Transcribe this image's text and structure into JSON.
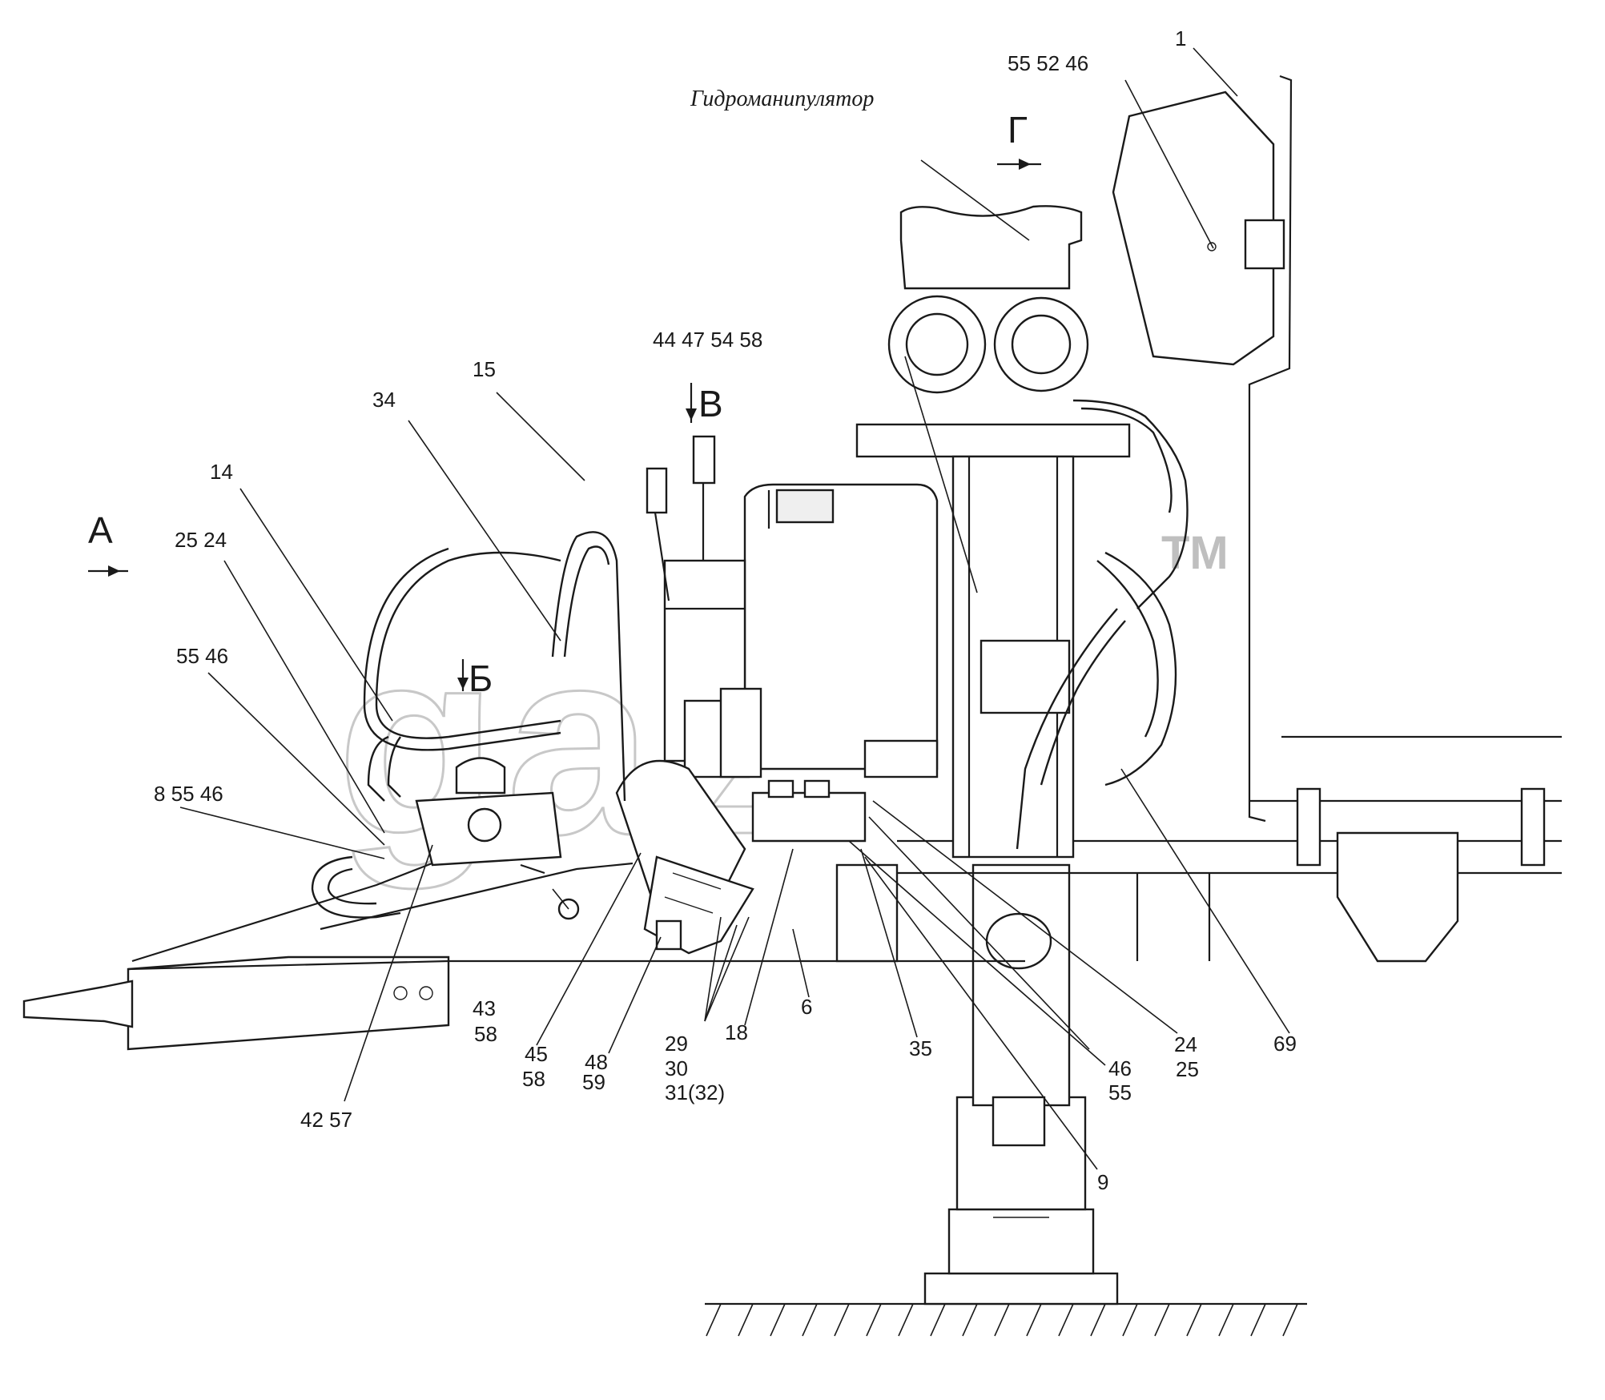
{
  "title": "Гидроманипулятор",
  "views": {
    "a": "А",
    "b": "Б",
    "v": "В",
    "g": "Г"
  },
  "watermark": {
    "text": "gaz",
    "tm": "TM"
  },
  "labels": {
    "l1": "1",
    "l55_52_46": "55  52  46",
    "l44_47_54_58": "44 47  54 58",
    "l15": "15",
    "l34": "34",
    "l14": "14",
    "l25_24": "25  24",
    "l55_46": "55  46",
    "l8_55_46": "8  55  46",
    "l43": "43",
    "l58a": "58",
    "l45": "45",
    "l58b": "58",
    "l48": "48",
    "l59": "59",
    "l29": "29",
    "l30": "30",
    "l31_32": "31(32)",
    "l18": "18",
    "l6": "6",
    "l35": "35",
    "l46": "46",
    "l55": "55",
    "l24": "24",
    "l25": "25",
    "l69": "69",
    "l9": "9",
    "l42_57": "42  57"
  }
}
